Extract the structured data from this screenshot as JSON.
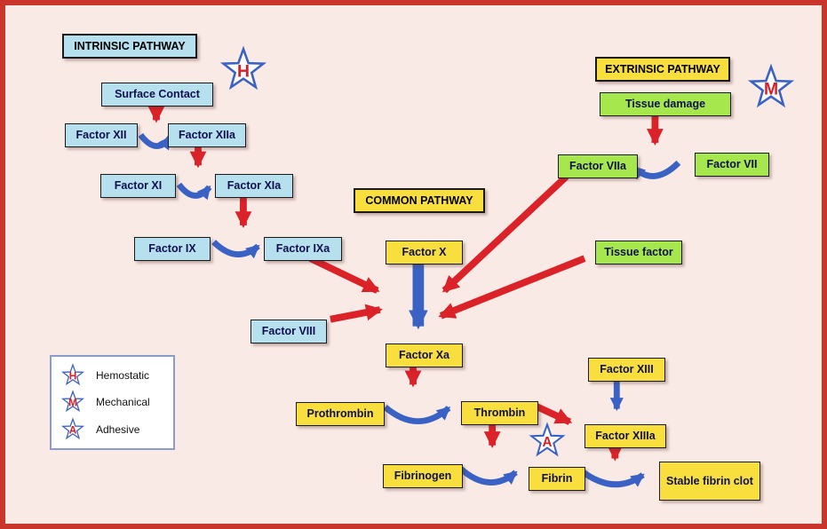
{
  "titles": {
    "intrinsic": "INTRINSIC PATHWAY",
    "common": "COMMON PATHWAY",
    "extrinsic": "EXTRINSIC PATHWAY"
  },
  "nodes": {
    "surface_contact": "Surface Contact",
    "factor_xii": "Factor XII",
    "factor_xiia": "Factor XIIa",
    "factor_xi": "Factor XI",
    "factor_xia": "Factor XIa",
    "factor_ix": "Factor IX",
    "factor_ixa": "Factor IXa",
    "factor_viii": "Factor VIII",
    "factor_x": "Factor X",
    "factor_xa": "Factor Xa",
    "prothrombin": "Prothrombin",
    "thrombin": "Thrombin",
    "fibrinogen": "Fibrinogen",
    "fibrin": "Fibrin",
    "stable_fibrin_clot": "Stable fibrin clot",
    "factor_xiii": "Factor XIII",
    "factor_xiiia": "Factor XIIIa",
    "tissue_damage": "Tissue damage",
    "factor_viia": "Factor VIIa",
    "factor_vii": "Factor VII",
    "tissue_factor": "Tissue factor"
  },
  "stars": {
    "hemostatic": "H",
    "mechanical": "M",
    "adhesive": "A"
  },
  "legend": {
    "items": [
      {
        "letter": "H",
        "label": "Hemostatic"
      },
      {
        "letter": "M",
        "label": "Mechanical"
      },
      {
        "letter": "A",
        "label": "Adhesive"
      }
    ]
  },
  "colors": {
    "intrinsic_box": "#b7e0ee",
    "common_box": "#f8df3d",
    "extrinsic_box": "#a6e74d",
    "red_arrow": "#db2228",
    "blue_arrow": "#3a62c4",
    "frame": "#c9342b",
    "background": "#f9eae5"
  }
}
